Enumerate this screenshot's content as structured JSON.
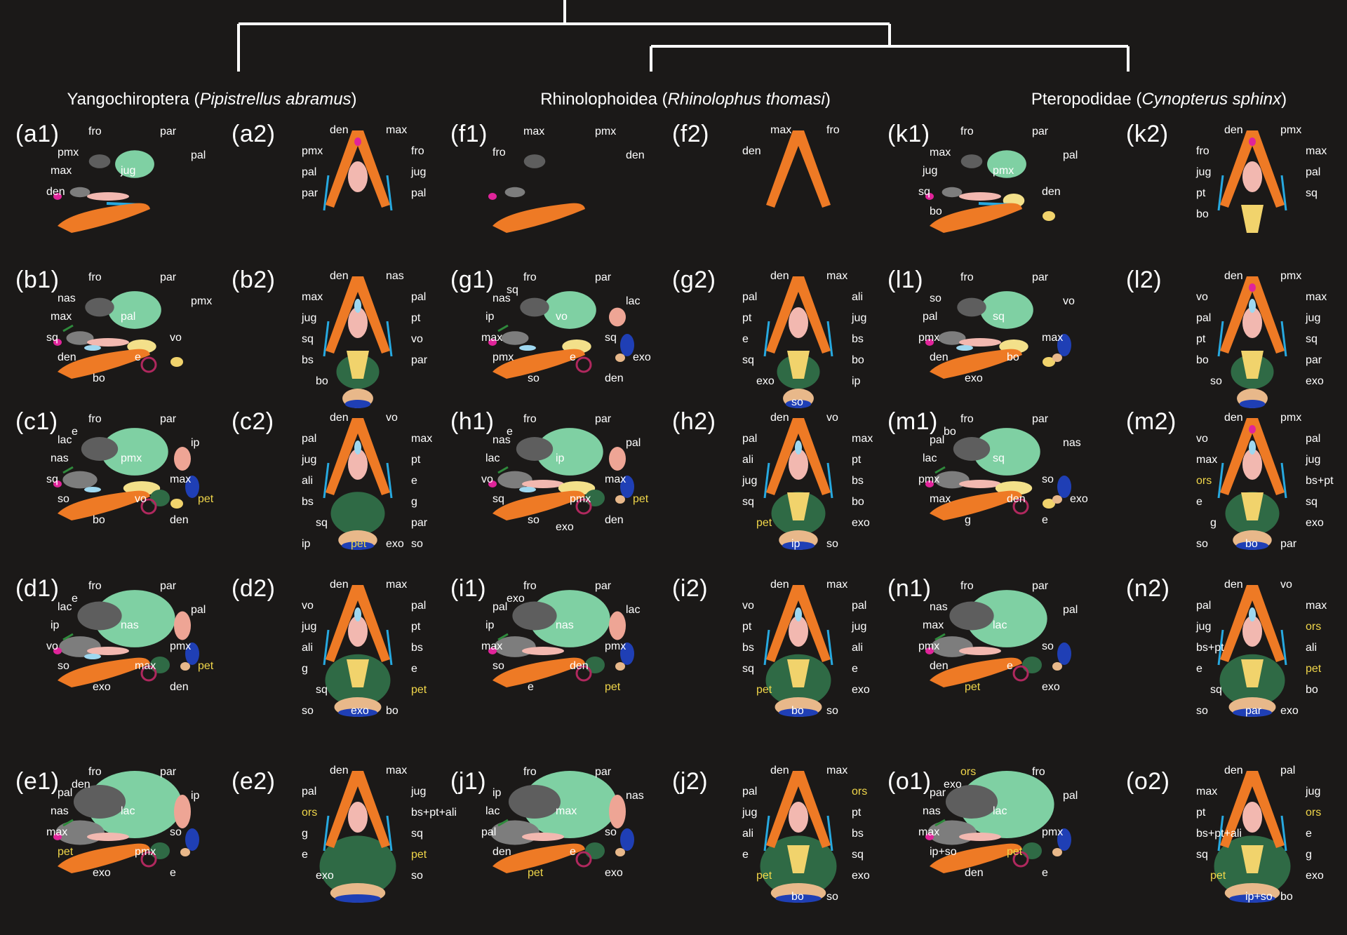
{
  "clades": [
    {
      "name": "Yangochiroptera",
      "species": "Pipistrellus abramus"
    },
    {
      "name": "Rhinolophoidea",
      "species": "Rhinolophus thomasi"
    },
    {
      "name": "Pteropodidae",
      "species": "Cynopterus sphinx"
    }
  ],
  "colors": {
    "den": "#ee7a25",
    "max": "#7d7d7d",
    "fro": "#5e5e5e",
    "par": "#7fd0a3",
    "pal": "#f2b8b0",
    "pmx": "#e0249a",
    "jug": "#27a9e0",
    "sq": "#f3e08a",
    "bs": "#f6ec7a",
    "bo": "#f1d36c",
    "so": "#1f3fb5",
    "exo": "#e8b88a",
    "ip": "#eea595",
    "pet": "#2f6a45",
    "e": "#b0285e",
    "vo": "#9fd8f0",
    "nas": "#2f8a3c",
    "lac": "#8a8a8a",
    "g": "#c03040",
    "ali": "#c9e6a8",
    "pt": "#6f8fd8",
    "ors": "#e8d24a"
  },
  "rows": [
    {
      "panels": [
        {
          "label": "(a1)",
          "view": "lateral",
          "bones": [
            "fro",
            "par",
            "pmx",
            "pal",
            "max",
            "jug",
            "den"
          ]
        },
        {
          "label": "(a2)",
          "view": "ventral",
          "bones": [
            "den",
            "max",
            "pmx",
            "fro",
            "pal",
            "jug",
            "par",
            "pal"
          ]
        },
        {
          "label": "(f1)",
          "view": "lateral",
          "bones": [
            "max",
            "pmx",
            "fro",
            "den"
          ]
        },
        {
          "label": "(f2)",
          "view": "ventral",
          "bones": [
            "max",
            "fro",
            "den"
          ]
        },
        {
          "label": "(k1)",
          "view": "lateral",
          "bones": [
            "fro",
            "par",
            "max",
            "pal",
            "jug",
            "pmx",
            "sq",
            "den",
            "bo"
          ]
        },
        {
          "label": "(k2)",
          "view": "ventral",
          "bones": [
            "den",
            "pmx",
            "fro",
            "max",
            "jug",
            "pal",
            "pt",
            "sq",
            "bo"
          ]
        }
      ]
    },
    {
      "panels": [
        {
          "label": "(b1)",
          "view": "lateral",
          "bones": [
            "fro",
            "par",
            "nas",
            "pmx",
            "max",
            "pal",
            "sq",
            "vo",
            "den",
            "e",
            "bo"
          ]
        },
        {
          "label": "(b2)",
          "view": "ventral",
          "bones": [
            "den",
            "nas",
            "max",
            "pal",
            "jug",
            "pt",
            "sq",
            "vo",
            "bs",
            "par",
            "bo"
          ]
        },
        {
          "label": "(g1)",
          "view": "lateral",
          "bones": [
            "fro",
            "par",
            "nas",
            "lac",
            "ip",
            "vo",
            "max",
            "sq",
            "pmx",
            "e",
            "so",
            "den",
            "sq",
            "exo"
          ]
        },
        {
          "label": "(g2)",
          "view": "ventral",
          "bones": [
            "den",
            "max",
            "pal",
            "ali",
            "pt",
            "jug",
            "e",
            "bs",
            "sq",
            "bo",
            "exo",
            "ip",
            "so"
          ]
        },
        {
          "label": "(l1)",
          "view": "lateral",
          "bones": [
            "fro",
            "par",
            "so",
            "vo",
            "pal",
            "sq",
            "pmx",
            "max",
            "den",
            "bo",
            "exo"
          ]
        },
        {
          "label": "(l2)",
          "view": "ventral",
          "bones": [
            "den",
            "pmx",
            "vo",
            "max",
            "pal",
            "jug",
            "pt",
            "sq",
            "bo",
            "par",
            "so",
            "exo"
          ]
        }
      ]
    },
    {
      "panels": [
        {
          "label": "(c1)",
          "view": "lateral",
          "bones": [
            "fro",
            "par",
            "lac",
            "ip",
            "nas",
            "pmx",
            "sq",
            "max",
            "so",
            "vo",
            "bo",
            "den",
            "e",
            "pet"
          ]
        },
        {
          "label": "(c2)",
          "view": "ventral",
          "bones": [
            "den",
            "vo",
            "pal",
            "max",
            "jug",
            "pt",
            "ali",
            "e",
            "bs",
            "g",
            "sq",
            "par",
            "pet",
            "exo",
            "ip",
            "so"
          ]
        },
        {
          "label": "(h1)",
          "view": "lateral",
          "bones": [
            "fro",
            "par",
            "nas",
            "pal",
            "lac",
            "ip",
            "vo",
            "max",
            "sq",
            "pmx",
            "so",
            "den",
            "e",
            "pet",
            "exo"
          ]
        },
        {
          "label": "(h2)",
          "view": "ventral",
          "bones": [
            "den",
            "vo",
            "pal",
            "max",
            "ali",
            "pt",
            "jug",
            "bs",
            "sq",
            "bo",
            "pet",
            "exo",
            "ip",
            "so"
          ]
        },
        {
          "label": "(m1)",
          "view": "lateral",
          "bones": [
            "fro",
            "par",
            "pal",
            "nas",
            "lac",
            "sq",
            "pmx",
            "so",
            "max",
            "den",
            "g",
            "e",
            "bo",
            "exo"
          ]
        },
        {
          "label": "(m2)",
          "view": "ventral",
          "bones": [
            "den",
            "pmx",
            "vo",
            "pal",
            "max",
            "jug",
            "ors",
            "bs+pt",
            "e",
            "sq",
            "g",
            "exo",
            "bo",
            "par",
            "so"
          ]
        }
      ]
    },
    {
      "panels": [
        {
          "label": "(d1)",
          "view": "lateral",
          "bones": [
            "fro",
            "par",
            "lac",
            "pal",
            "ip",
            "nas",
            "vo",
            "pmx",
            "so",
            "max",
            "exo",
            "den",
            "e",
            "pet"
          ]
        },
        {
          "label": "(d2)",
          "view": "ventral",
          "bones": [
            "den",
            "max",
            "vo",
            "pal",
            "jug",
            "pt",
            "ali",
            "bs",
            "g",
            "e",
            "sq",
            "pet",
            "exo",
            "bo",
            "so"
          ]
        },
        {
          "label": "(i1)",
          "view": "lateral",
          "bones": [
            "fro",
            "par",
            "pal",
            "lac",
            "ip",
            "nas",
            "max",
            "pmx",
            "so",
            "den",
            "e",
            "pet",
            "exo"
          ]
        },
        {
          "label": "(i2)",
          "view": "ventral",
          "bones": [
            "den",
            "max",
            "vo",
            "pal",
            "pt",
            "jug",
            "bs",
            "ali",
            "sq",
            "e",
            "pet",
            "exo",
            "bo",
            "so"
          ]
        },
        {
          "label": "(n1)",
          "view": "lateral",
          "bones": [
            "fro",
            "par",
            "nas",
            "pal",
            "max",
            "lac",
            "pmx",
            "so",
            "den",
            "e",
            "pet",
            "exo"
          ]
        },
        {
          "label": "(n2)",
          "view": "ventral",
          "bones": [
            "den",
            "vo",
            "pal",
            "max",
            "jug",
            "ors",
            "bs+pt",
            "ali",
            "e",
            "pet",
            "sq",
            "bo",
            "par",
            "exo",
            "so"
          ]
        }
      ]
    },
    {
      "panels": [
        {
          "label": "(e1)",
          "view": "lateral",
          "bones": [
            "fro",
            "par",
            "pal",
            "ip",
            "nas",
            "lac",
            "max",
            "so",
            "pet",
            "pmx",
            "exo",
            "e",
            "den"
          ]
        },
        {
          "label": "(e2)",
          "view": "ventral",
          "bones": [
            "den",
            "max",
            "pal",
            "jug",
            "ors",
            "bs+pt+ali",
            "g",
            "sq",
            "e",
            "pet",
            "exo",
            "so"
          ]
        },
        {
          "label": "(j1)",
          "view": "lateral",
          "bones": [
            "fro",
            "par",
            "ip",
            "nas",
            "lac",
            "max",
            "pal",
            "so",
            "den",
            "e",
            "pet",
            "exo"
          ]
        },
        {
          "label": "(j2)",
          "view": "ventral",
          "bones": [
            "den",
            "max",
            "pal",
            "ors",
            "jug",
            "pt",
            "ali",
            "bs",
            "e",
            "sq",
            "pet",
            "exo",
            "bo",
            "so"
          ]
        },
        {
          "label": "(o1)",
          "view": "lateral",
          "bones": [
            "ors",
            "fro",
            "par",
            "pal",
            "nas",
            "lac",
            "max",
            "pmx",
            "ip+so",
            "pet",
            "den",
            "e",
            "exo"
          ]
        },
        {
          "label": "(o2)",
          "view": "ventral",
          "bones": [
            "den",
            "pal",
            "max",
            "jug",
            "pt",
            "ors",
            "bs+pt+ali",
            "e",
            "sq",
            "g",
            "pet",
            "exo",
            "ip+so",
            "bo"
          ]
        }
      ]
    }
  ]
}
